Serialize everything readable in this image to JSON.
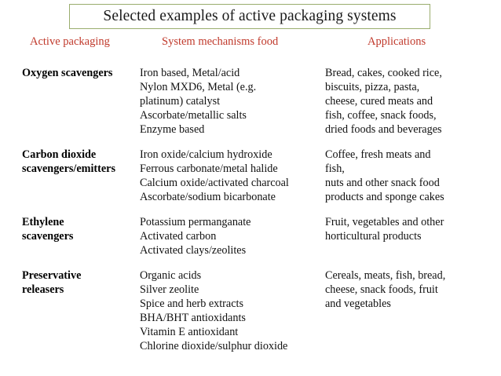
{
  "title": "Selected examples of active packaging systems",
  "colors": {
    "title_border": "#9aad6e",
    "header_text": "#c0392b",
    "body_text": "#111111",
    "background": "#ffffff"
  },
  "headers": {
    "col1": "Active packaging",
    "col2": "System mechanisms food",
    "col3": "Applications"
  },
  "rows": [
    {
      "type_lines": [
        "Oxygen scavengers"
      ],
      "mechanism_lines": [
        "Iron based, Metal/acid",
        "Nylon MXD6, Metal (e.g.",
        "platinum) catalyst",
        "Ascorbate/metallic salts",
        "Enzyme based"
      ],
      "application_lines": [
        "Bread, cakes, cooked rice,",
        "biscuits, pizza, pasta,",
        "cheese, cured meats and",
        "fish, coffee, snack foods,",
        "dried foods and beverages"
      ]
    },
    {
      "type_lines": [
        "Carbon dioxide",
        "scavengers/emitters"
      ],
      "mechanism_lines": [
        "Iron oxide/calcium hydroxide",
        "Ferrous carbonate/metal halide",
        "Calcium oxide/activated charcoal",
        "Ascorbate/sodium bicarbonate"
      ],
      "application_lines": [
        "Coffee, fresh meats and",
        "fish,",
        "nuts and other snack food",
        "products and sponge cakes"
      ]
    },
    {
      "type_lines": [
        "Ethylene",
        "scavengers"
      ],
      "mechanism_lines": [
        "Potassium permanganate",
        "Activated carbon",
        "Activated clays/zeolites"
      ],
      "application_lines": [
        "Fruit, vegetables and other",
        "horticultural products"
      ]
    },
    {
      "type_lines": [
        "Preservative",
        "releasers"
      ],
      "mechanism_lines": [
        "Organic acids",
        "Silver zeolite",
        "Spice and herb extracts",
        "BHA/BHT antioxidants",
        "Vitamin E antioxidant",
        "Chlorine dioxide/sulphur dioxide"
      ],
      "application_lines": [
        "Cereals, meats, fish, bread,",
        "cheese, snack foods, fruit",
        "and vegetables"
      ]
    }
  ]
}
